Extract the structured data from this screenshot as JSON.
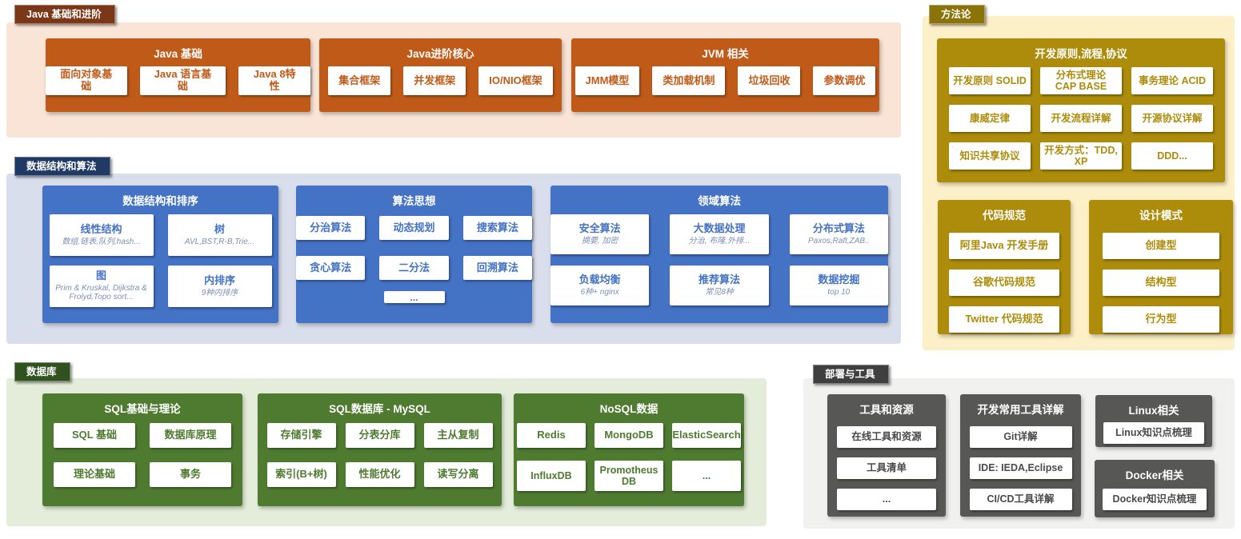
{
  "colors": {
    "java_accent": "#C05A18",
    "java_panel": "#F9E4D6",
    "java_tag": "#7B3818",
    "dsa_accent": "#4472C4",
    "dsa_panel": "#D9DEEC",
    "dsa_tag": "#203A64",
    "dsa_sub_text": "#7D8FB5",
    "db_accent": "#4F7B31",
    "db_panel": "#E3EDD9",
    "db_tag": "#31511F",
    "method_accent": "#AC8C0A",
    "method_panel": "#FCF0C8",
    "method_tag": "#8A7409",
    "tools_accent": "#575756",
    "tools_panel": "#F1F1F0",
    "tools_tag": "#3F3F3F"
  },
  "sections": {
    "java": {
      "tag": "Java 基础和进阶",
      "groups": {
        "basics": {
          "title": "Java 基础",
          "items": [
            {
              "label": "面向对象基础"
            },
            {
              "label": "Java 语言基础"
            },
            {
              "label": "Java 8特性"
            }
          ]
        },
        "advanced": {
          "title": "Java进阶核心",
          "items": [
            {
              "label": "集合框架"
            },
            {
              "label": "并发框架"
            },
            {
              "label": "IO/NIO框架"
            }
          ]
        },
        "jvm": {
          "title": "JVM 相关",
          "items": [
            {
              "label": "JMM模型"
            },
            {
              "label": "类加载机制"
            },
            {
              "label": "垃圾回收"
            },
            {
              "label": "参数调优"
            }
          ]
        }
      }
    },
    "dsa": {
      "tag": "数据结构和算法",
      "groups": {
        "structure": {
          "title": "数据结构和排序",
          "items": [
            {
              "label": "线性结构",
              "sub": "数组,链表,队列,hash..."
            },
            {
              "label": "树",
              "sub": "AVL,BST,R-B,Trie..."
            },
            {
              "label": "图",
              "sub": "Prim & Kruskal, Dijkstra & Frolyd,Topo sort..."
            },
            {
              "label": "内排序",
              "sub": "9种内排序"
            }
          ]
        },
        "thinking": {
          "title": "算法思想",
          "items": [
            {
              "label": "分治算法"
            },
            {
              "label": "动态规划"
            },
            {
              "label": "搜索算法"
            },
            {
              "label": "贪心算法"
            },
            {
              "label": "二分法"
            },
            {
              "label": "回溯算法"
            },
            {
              "label": "..."
            }
          ]
        },
        "domain": {
          "title": "领域算法",
          "items": [
            {
              "label": "安全算法",
              "sub": "摘要, 加密"
            },
            {
              "label": "大数据处理",
              "sub": "分治, 布隆,外排..."
            },
            {
              "label": "分布式算法",
              "sub": "Paxos,Raft,ZAB.."
            },
            {
              "label": "负载均衡",
              "sub": "6种+ nginx"
            },
            {
              "label": "推荐算法",
              "sub": "常见8种"
            },
            {
              "label": "数据挖掘",
              "sub": "top 10"
            }
          ]
        }
      }
    },
    "db": {
      "tag": "数据库",
      "groups": {
        "sqlbasics": {
          "title": "SQL基础与理论",
          "items": [
            {
              "label": "SQL 基础"
            },
            {
              "label": "数据库原理"
            },
            {
              "label": "理论基础"
            },
            {
              "label": "事务"
            }
          ]
        },
        "mysql": {
          "title": "SQL数据库 - MySQL",
          "items": [
            {
              "label": "存储引擎"
            },
            {
              "label": "分表分库"
            },
            {
              "label": "主从复制"
            },
            {
              "label": "索引(B+树)"
            },
            {
              "label": "性能优化"
            },
            {
              "label": "读写分离"
            }
          ]
        },
        "nosql": {
          "title": "NoSQL数据",
          "items": [
            {
              "label": "Redis"
            },
            {
              "label": "MongoDB"
            },
            {
              "label": "ElasticSearch"
            },
            {
              "label": "InfluxDB"
            },
            {
              "label": "Promotheus\nDB"
            },
            {
              "label": "..."
            }
          ]
        }
      }
    },
    "method": {
      "tag": "方法论",
      "groups": {
        "principles": {
          "title": "开发原则,流程,协议",
          "items": [
            {
              "label": "开发原则 SOLID"
            },
            {
              "label": "分布式理论\nCAP BASE"
            },
            {
              "label": "事务理论 ACID"
            },
            {
              "label": "康威定律"
            },
            {
              "label": "开发流程详解"
            },
            {
              "label": "开源协议详解"
            },
            {
              "label": "知识共享协议"
            },
            {
              "label": "开发方式：TDD,\nXP"
            },
            {
              "label": "DDD..."
            }
          ]
        },
        "codestyle": {
          "title": "代码规范",
          "items": [
            {
              "label": "阿里Java 开发手册"
            },
            {
              "label": "谷歌代码规范"
            },
            {
              "label": "Twitter 代码规范"
            }
          ]
        },
        "patterns": {
          "title": "设计模式",
          "items": [
            {
              "label": "创建型"
            },
            {
              "label": "结构型"
            },
            {
              "label": "行为型"
            }
          ]
        }
      }
    },
    "tools": {
      "tag": "部署与工具",
      "groups": {
        "resources": {
          "title": "工具和资源",
          "items": [
            {
              "label": "在线工具和资源"
            },
            {
              "label": "工具清单"
            },
            {
              "label": "..."
            }
          ]
        },
        "devtools": {
          "title": "开发常用工具详解",
          "items": [
            {
              "label": "Git详解"
            },
            {
              "label": "IDE: IEDA,Eclipse"
            },
            {
              "label": "CI/CD工具详解"
            }
          ]
        },
        "linux": {
          "title": "Linux相关",
          "items": [
            {
              "label": "Linux知识点梳理"
            }
          ]
        },
        "docker": {
          "title": "Docker相关",
          "items": [
            {
              "label": "Docker知识点梳理"
            }
          ]
        }
      }
    }
  }
}
